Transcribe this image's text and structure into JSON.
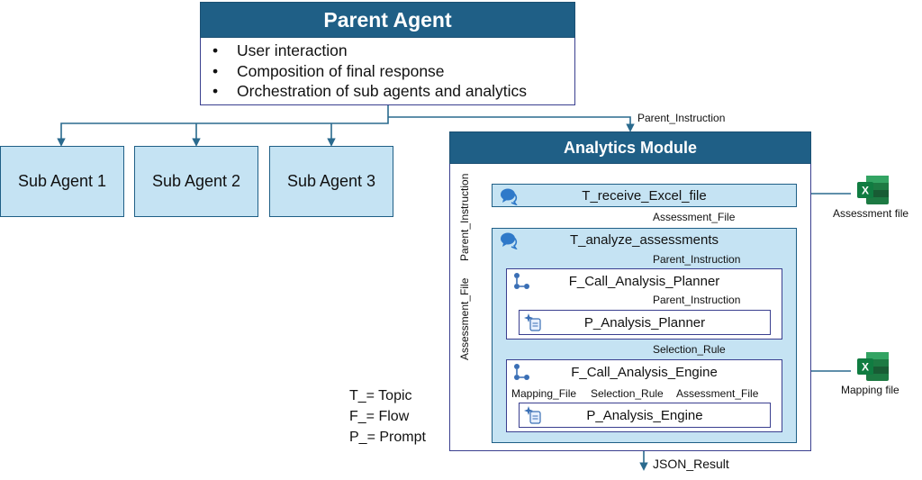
{
  "parent_agent": {
    "title": "Parent Agent",
    "bullets": [
      "User interaction",
      "Composition of final response",
      "Orchestration of sub agents and analytics"
    ]
  },
  "sub_agents": [
    "Sub Agent 1",
    "Sub Agent 2",
    "Sub Agent 3"
  ],
  "analytics_module": {
    "title": "Analytics Module",
    "receive_topic": "T_receive_Excel_file",
    "analyze_topic": "T_analyze_assessments",
    "planner_flow": "F_Call_Analysis_Planner",
    "planner_prompt": "P_Analysis_Planner",
    "engine_flow": "F_Call_Analysis_Engine",
    "engine_prompt": "P_Analysis_Engine"
  },
  "edge_labels": {
    "parent_instruction_top": "Parent_Instruction",
    "parent_instruction_vertical": "Parent_Instruction",
    "assessment_file_vertical": "Assessment_File",
    "assessment_file": "Assessment_File",
    "parent_instruction_analyze": "Parent_Instruction",
    "parent_instruction_planner": "Parent_Instruction",
    "selection_rule": "Selection_Rule",
    "mapping_file": "Mapping_File",
    "selection_rule_engine": "Selection_Rule",
    "assessment_file_engine": "Assessment_File",
    "json_result": "JSON_Result"
  },
  "files": {
    "assessment": "Assessment file",
    "mapping": "Mapping file",
    "excel_glyph": "X"
  },
  "legend": [
    "T_= Topic",
    "F_= Flow",
    "P_= Prompt"
  ],
  "colors": {
    "header": "#1f5f86",
    "box_fill": "#c5e3f3",
    "wire": "#2a6a8e",
    "excel_green": "#1d7a43"
  },
  "icons": [
    "chat-bubbles-icon",
    "flow-icon",
    "sparkle-prompt-icon",
    "excel-icon"
  ]
}
